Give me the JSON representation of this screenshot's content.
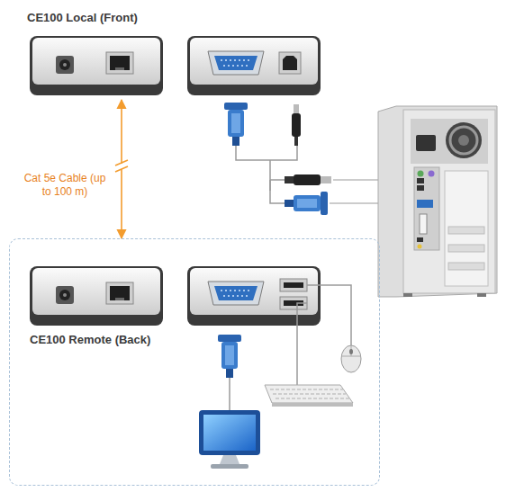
{
  "diagram": {
    "nodes": [
      {
        "text": [
          "CE100 Local (Front)"
        ]
      },
      {
        "text": [
          "CE100 Remote (Back)"
        ]
      }
    ],
    "edges": [
      {
        "from": 0,
        "to": 1,
        "arrow": "both",
        "label": "Cat 5e Cable (up to 100 m)"
      }
    ]
  }
}
